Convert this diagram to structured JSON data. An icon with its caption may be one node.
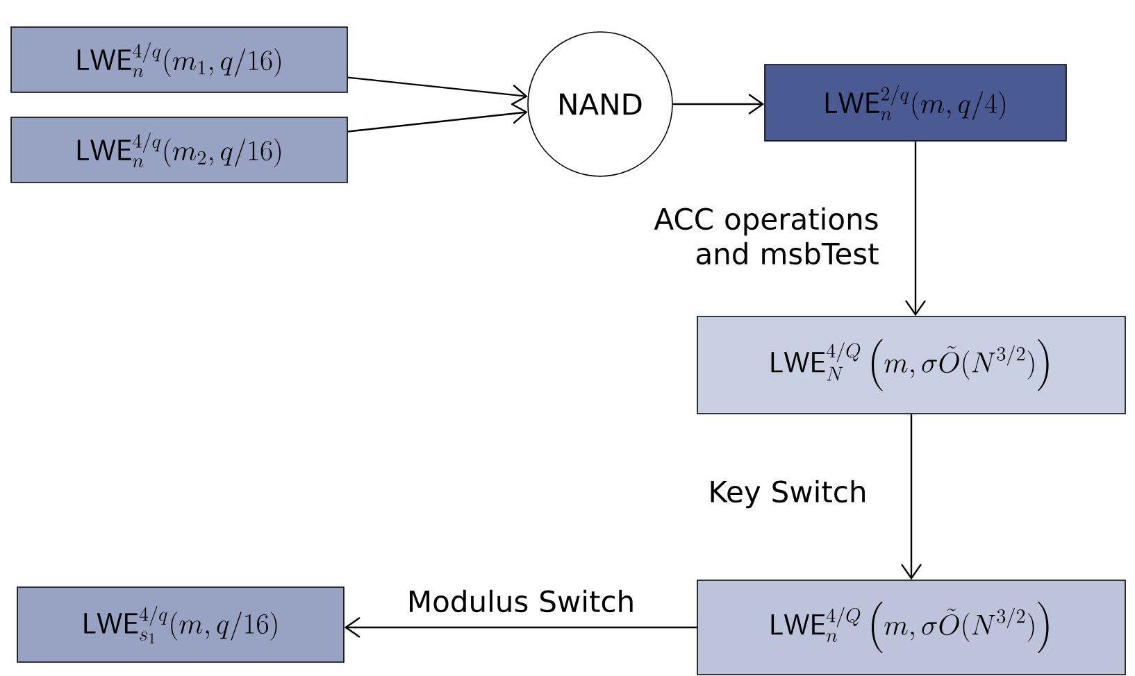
{
  "diagram": {
    "nodes": [
      {
        "text": [
          "\\mathsf{LWE}_n^{4/q}(m_1, q/16)"
        ]
      },
      {
        "text": [
          "\\mathsf{LWE}_n^{4/q}(m_2, q/16)"
        ]
      },
      {
        "text": [
          "NAND"
        ]
      },
      {
        "text": [
          "\\mathsf{LWE}_n^{2/q}(m, q/4)"
        ]
      },
      {
        "text": [
          "\\mathsf{LWE}_N^{4/Q}\\left(m, \\sigma\\tilde{O}(N^{3/2})\\right)"
        ]
      },
      {
        "text": [
          "\\mathsf{LWE}_n^{4/Q}\\left(m, \\sigma\\tilde{O}(N^{3/2})\\right)"
        ]
      },
      {
        "text": [
          "\\mathsf{LWE}_{s_1}^{4/q}(m, q/16)"
        ]
      }
    ],
    "edges": [
      {
        "from": 0,
        "to": 2,
        "arrow": "to"
      },
      {
        "from": 1,
        "to": 2,
        "arrow": "to"
      },
      {
        "from": 2,
        "to": 3,
        "arrow": "to"
      },
      {
        "from": 3,
        "to": 4,
        "arrow": "to",
        "label": "ACC operations and msbTest"
      },
      {
        "from": 4,
        "to": 5,
        "arrow": "to",
        "label": "Key Switch"
      },
      {
        "from": 5,
        "to": 6,
        "arrow": "to",
        "label": "Modulus Switch"
      }
    ]
  }
}
